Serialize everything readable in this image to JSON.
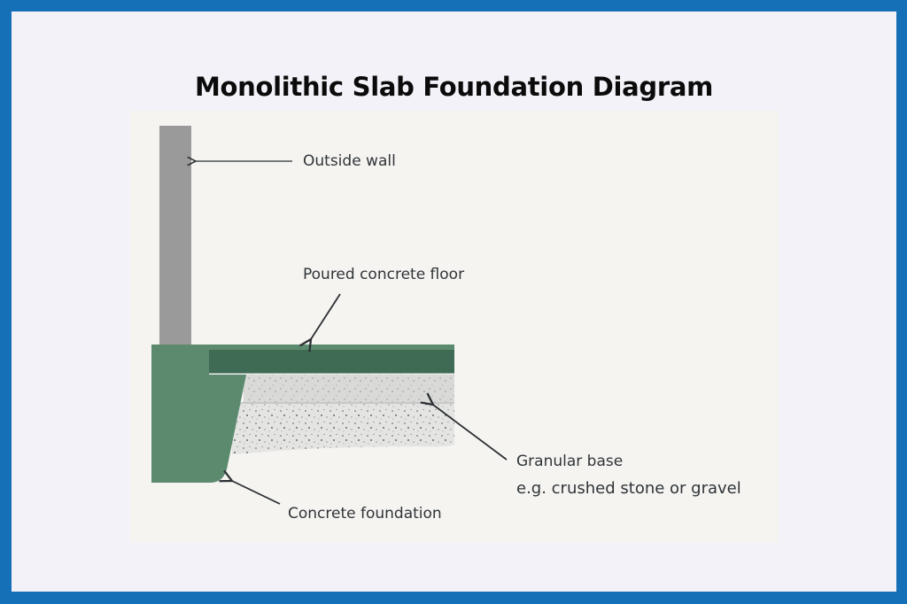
{
  "title": "Monolithic Slab Foundation Diagram",
  "colors": {
    "border": "#1570b8",
    "background": "#f2f2f8",
    "panel": "#f6f4f1",
    "wall": "#9a9a9a",
    "foundation_green": "#5b8a6f",
    "floor_green": "#3f6b55",
    "granular_base": "#dcdcdc",
    "label_text": "#2f3438"
  },
  "diagram": {
    "labels": {
      "outside_wall": "Outside wall",
      "poured_floor": "Poured concrete floor",
      "granular_base": "Granular base",
      "granular_base_note": "e.g. crushed  stone or gravel",
      "concrete_foundation": "Concrete foundation"
    },
    "components": [
      {
        "name": "Outside wall",
        "type": "vertical wall"
      },
      {
        "name": "Poured concrete floor",
        "type": "slab"
      },
      {
        "name": "Granular base",
        "type": "fill",
        "note": "e.g. crushed stone or gravel"
      },
      {
        "name": "Concrete foundation",
        "type": "thickened edge footing"
      }
    ]
  }
}
